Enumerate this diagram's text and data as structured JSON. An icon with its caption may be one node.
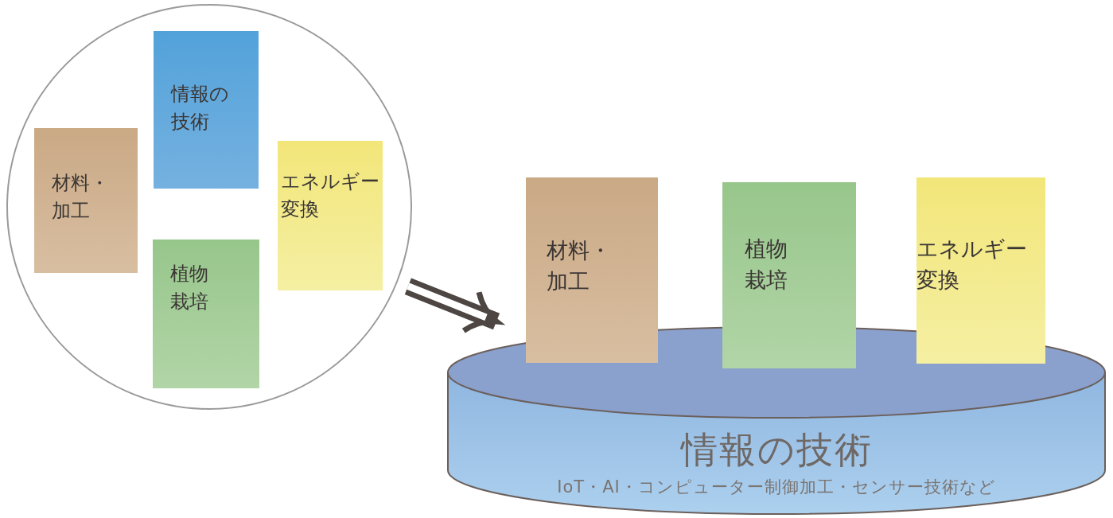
{
  "diagram": {
    "nodes": [
      {
        "text": [],
        "shape": "circle"
      },
      {
        "text": [
          "情報の技術"
        ],
        "in": 0
      },
      {
        "text": [
          "材料・加工"
        ],
        "in": 0
      },
      {
        "text": [
          "エネルギー変換"
        ],
        "in": 0
      },
      {
        "text": [
          "植物栽培"
        ],
        "in": 0
      },
      {
        "text": [
          "情報の技術",
          "IoT・AI・コンピューター制御加工・センサー技術など"
        ]
      },
      {
        "text": [
          "材料・加工"
        ]
      },
      {
        "text": [
          "植物栽培"
        ]
      },
      {
        "text": [
          "エネルギー変換"
        ]
      }
    ],
    "edges": [
      {
        "from": 0,
        "to": 5,
        "arrow": "to"
      }
    ]
  }
}
